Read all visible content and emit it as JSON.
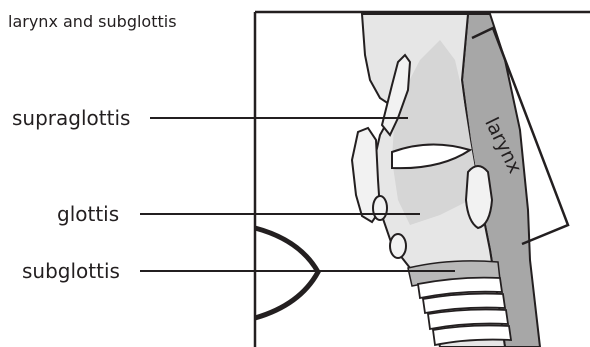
{
  "figure": {
    "caption": "larynx and subglottis",
    "labels": {
      "supraglottis": "supraglottis",
      "glottis": "glottis",
      "subglottis": "subglottis",
      "larynx": "larynx"
    },
    "colors": {
      "ink": "#231f20",
      "tissue_light": "#e6e6e6",
      "tissue_mid": "#c8c8c8",
      "tissue_dark": "#a7a7a7",
      "background": "#ffffff"
    }
  }
}
